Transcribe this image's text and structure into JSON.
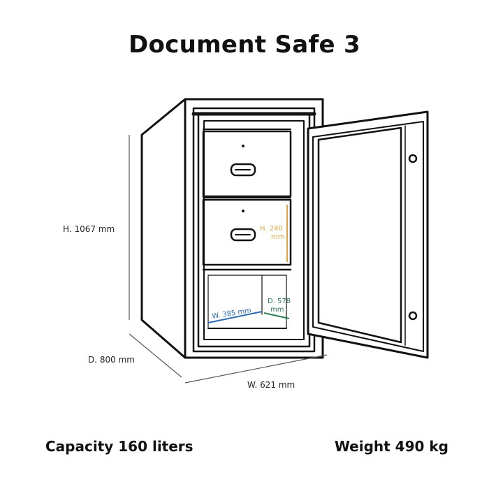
{
  "title": "Document Safe 3",
  "dimensions": {
    "height": "H. 1067 mm",
    "depth": "D. 800 mm",
    "width": "W. 621 mm"
  },
  "interior": {
    "shelf_height_line1": "H. 240",
    "shelf_height_line2": "mm",
    "inner_width": "W. 385 mm",
    "inner_depth_line1": "D. 578",
    "inner_depth_line2": "mm"
  },
  "specs": {
    "capacity": "Capacity 160 liters",
    "weight": "Weight 490 kg"
  },
  "colors": {
    "height_annotation": "#d9a441",
    "width_annotation": "#2f6db5",
    "depth_annotation": "#2e7d55",
    "outline": "#111111"
  },
  "icons": {
    "safe": "safe-illustration"
  }
}
